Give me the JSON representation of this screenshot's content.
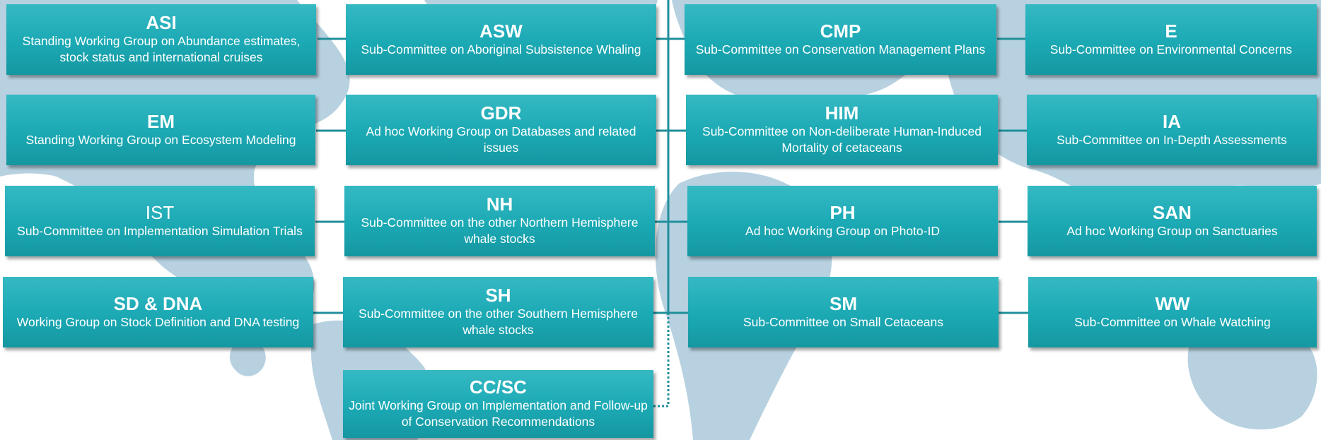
{
  "colors": {
    "box_top": "#35b9c3",
    "box_bottom": "#1597a1",
    "connector": "#1f8f9a",
    "map": "#b7d1e0",
    "text": "#ffffff"
  },
  "groups": [
    {
      "code": "ASI",
      "desc": "Standing Working Group on Abundance estimates, stock status and international cruises"
    },
    {
      "code": "ASW",
      "desc": "Sub-Committee on Aboriginal Subsistence Whaling"
    },
    {
      "code": "CMP",
      "desc": "Sub-Committee on Conservation Management Plans"
    },
    {
      "code": "E",
      "desc": "Sub-Committee on Environmental Concerns"
    },
    {
      "code": "EM",
      "desc": "Standing Working Group on Ecosystem Modeling"
    },
    {
      "code": "GDR",
      "desc": "Ad hoc Working Group on Databases and related issues"
    },
    {
      "code": "HIM",
      "desc": "Sub-Committee on Non-deliberate Human-Induced Mortality of cetaceans"
    },
    {
      "code": "IA",
      "desc": "Sub-Committee on In-Depth Assessments"
    },
    {
      "code": "IST",
      "desc": "Sub-Committee on Implementation Simulation Trials"
    },
    {
      "code": "NH",
      "desc": "Sub-Committee on the other Northern Hemisphere whale stocks"
    },
    {
      "code": "PH",
      "desc": "Ad hoc Working Group on Photo-ID"
    },
    {
      "code": "SAN",
      "desc": "Ad hoc Working Group on Sanctuaries"
    },
    {
      "code": "SD & DNA",
      "desc": "Working Group on Stock Definition and DNA testing"
    },
    {
      "code": "SH",
      "desc": "Sub-Committee on the other Southern Hemisphere whale stocks"
    },
    {
      "code": "SM",
      "desc": "Sub-Committee on Small Cetaceans"
    },
    {
      "code": "WW",
      "desc": "Sub-Committee on Whale Watching"
    },
    {
      "code": "CC/SC",
      "desc": "Joint Working Group on Implementation and Follow-up of Conservation Recommendations"
    }
  ]
}
